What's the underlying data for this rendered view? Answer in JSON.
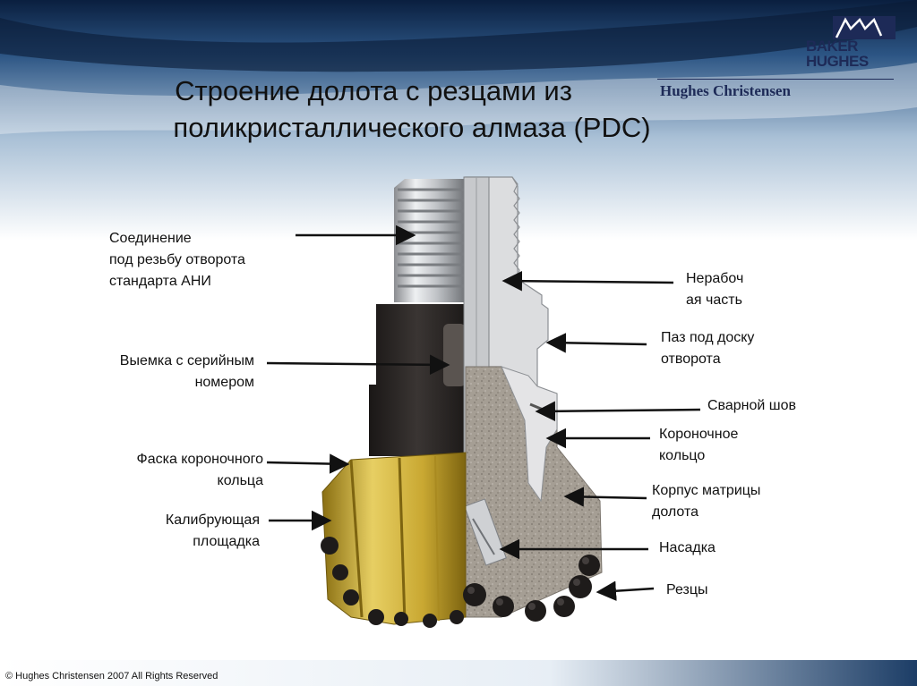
{
  "title": {
    "line1": "Строение долота с резцами из",
    "line2": "поликристаллического алмаза (PDC)"
  },
  "branding": {
    "company": "Hughes Christensen",
    "logo_line1": "BAKER",
    "logo_line2": "HUGHES",
    "brand_color": "#1d2a57"
  },
  "labels": {
    "connection": [
      "Соединение",
      "под резьбу отворота",
      "стандарта АНИ"
    ],
    "serial_recess": [
      "Выемка с серийным",
      "номером"
    ],
    "crown_chamfer": [
      "Фаска короночного",
      "кольца"
    ],
    "gauge_pad": [
      "Калибрующая",
      "площадка"
    ],
    "non_working": [
      "Нерабоч",
      "ая часть"
    ],
    "breaker_slot": [
      "Паз под доску",
      "отворота"
    ],
    "weld": "Сварной шов",
    "crown_ring": [
      "Короночное",
      "кольцо"
    ],
    "matrix_body": [
      "Корпус матрицы",
      "долота"
    ],
    "nozzle": "Насадка",
    "cutters": "Резцы"
  },
  "footer": {
    "copyright": "© Hughes Christensen 2007  All Rights Reserved"
  },
  "colors": {
    "gold_body": "#c9a832",
    "matrix": "#a59e94",
    "steel": "#d9dadb",
    "dark_steel": "#2a2624"
  }
}
